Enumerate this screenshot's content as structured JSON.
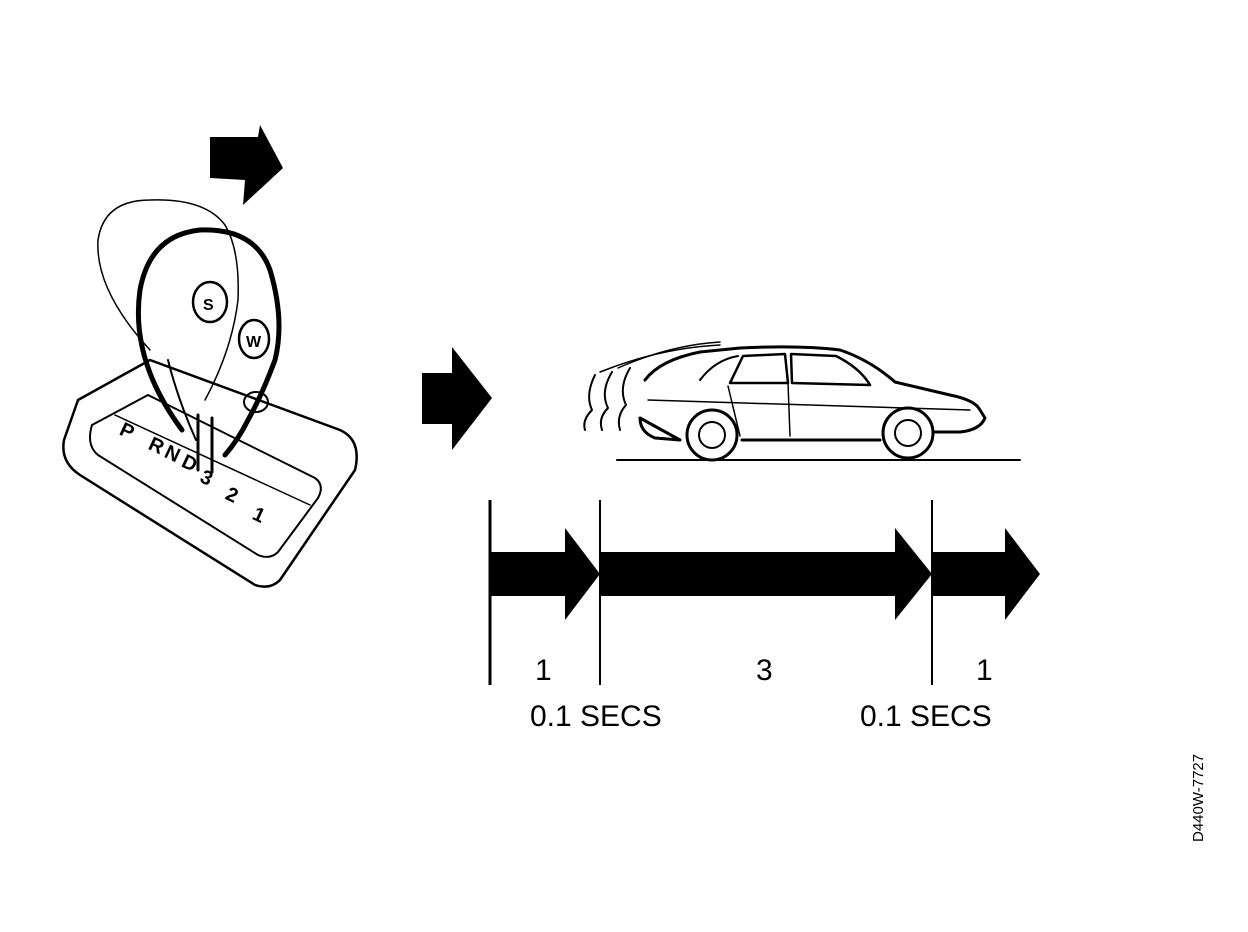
{
  "selector": {
    "positions": [
      "P",
      "R",
      "N",
      "D",
      "3",
      "2",
      "1"
    ],
    "button_labels": [
      "S",
      "W"
    ]
  },
  "timeline": {
    "segments": [
      {
        "number": "1",
        "duration": "0.1 SECS"
      },
      {
        "number": "3",
        "duration": ""
      },
      {
        "number": "1",
        "duration": "0.1 SECS"
      }
    ]
  },
  "figure_code": "D440W-7727",
  "colors": {
    "ink": "#000000",
    "background": "#ffffff"
  },
  "icons": [
    "arrow-right-icon",
    "car-icon",
    "gear-selector-icon"
  ]
}
